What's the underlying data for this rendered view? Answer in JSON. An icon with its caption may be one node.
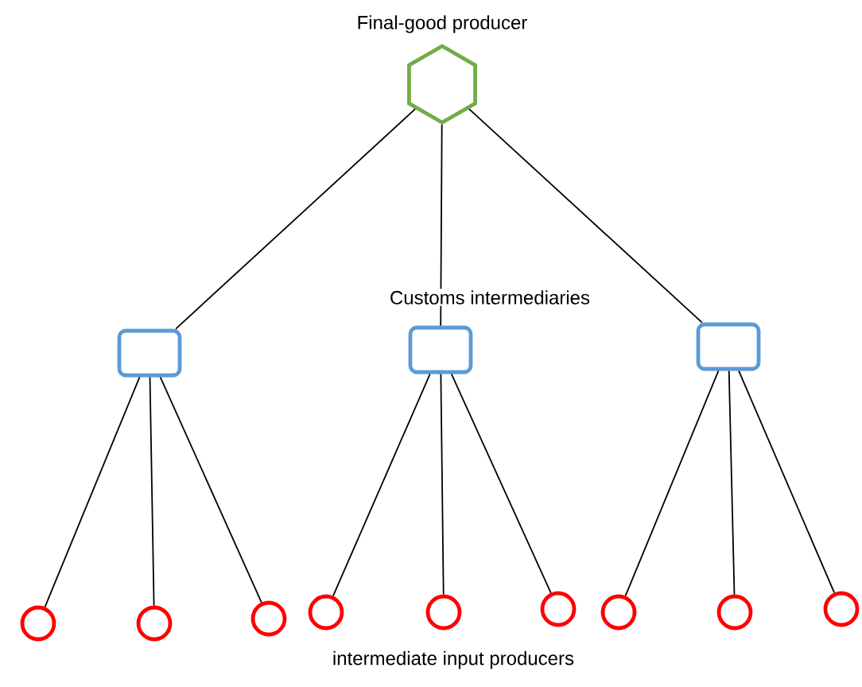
{
  "diagram": {
    "nodes": [
      {
        "text": [
          "Final-good producer"
        ]
      },
      {
        "text": [],
        "shape": "box"
      },
      {
        "text": [],
        "shape": "box"
      },
      {
        "text": [],
        "shape": "box"
      },
      {
        "text": [],
        "shape": "circle"
      },
      {
        "text": [],
        "shape": "circle"
      },
      {
        "text": [],
        "shape": "circle"
      },
      {
        "text": [],
        "shape": "circle"
      },
      {
        "text": [],
        "shape": "circle"
      },
      {
        "text": [],
        "shape": "circle"
      },
      {
        "text": [],
        "shape": "circle"
      },
      {
        "text": [],
        "shape": "circle"
      },
      {
        "text": [],
        "shape": "circle"
      }
    ],
    "edges": [
      {
        "from": 0,
        "to": 1,
        "arrow": "none"
      },
      {
        "from": 0,
        "to": 2,
        "arrow": "none"
      },
      {
        "from": 0,
        "to": 3,
        "arrow": "none"
      },
      {
        "from": 1,
        "to": 4,
        "arrow": "none"
      },
      {
        "from": 1,
        "to": 5,
        "arrow": "none"
      },
      {
        "from": 1,
        "to": 6,
        "arrow": "none"
      },
      {
        "from": 2,
        "to": 7,
        "arrow": "none"
      },
      {
        "from": 2,
        "to": 8,
        "arrow": "none"
      },
      {
        "from": 2,
        "to": 9,
        "arrow": "none"
      },
      {
        "from": 3,
        "to": 10,
        "arrow": "none"
      },
      {
        "from": 3,
        "to": 11,
        "arrow": "none"
      },
      {
        "from": 3,
        "to": 12,
        "arrow": "none"
      }
    ],
    "labels": [
      "Customs intermediaries",
      "intermediate input producers"
    ]
  }
}
